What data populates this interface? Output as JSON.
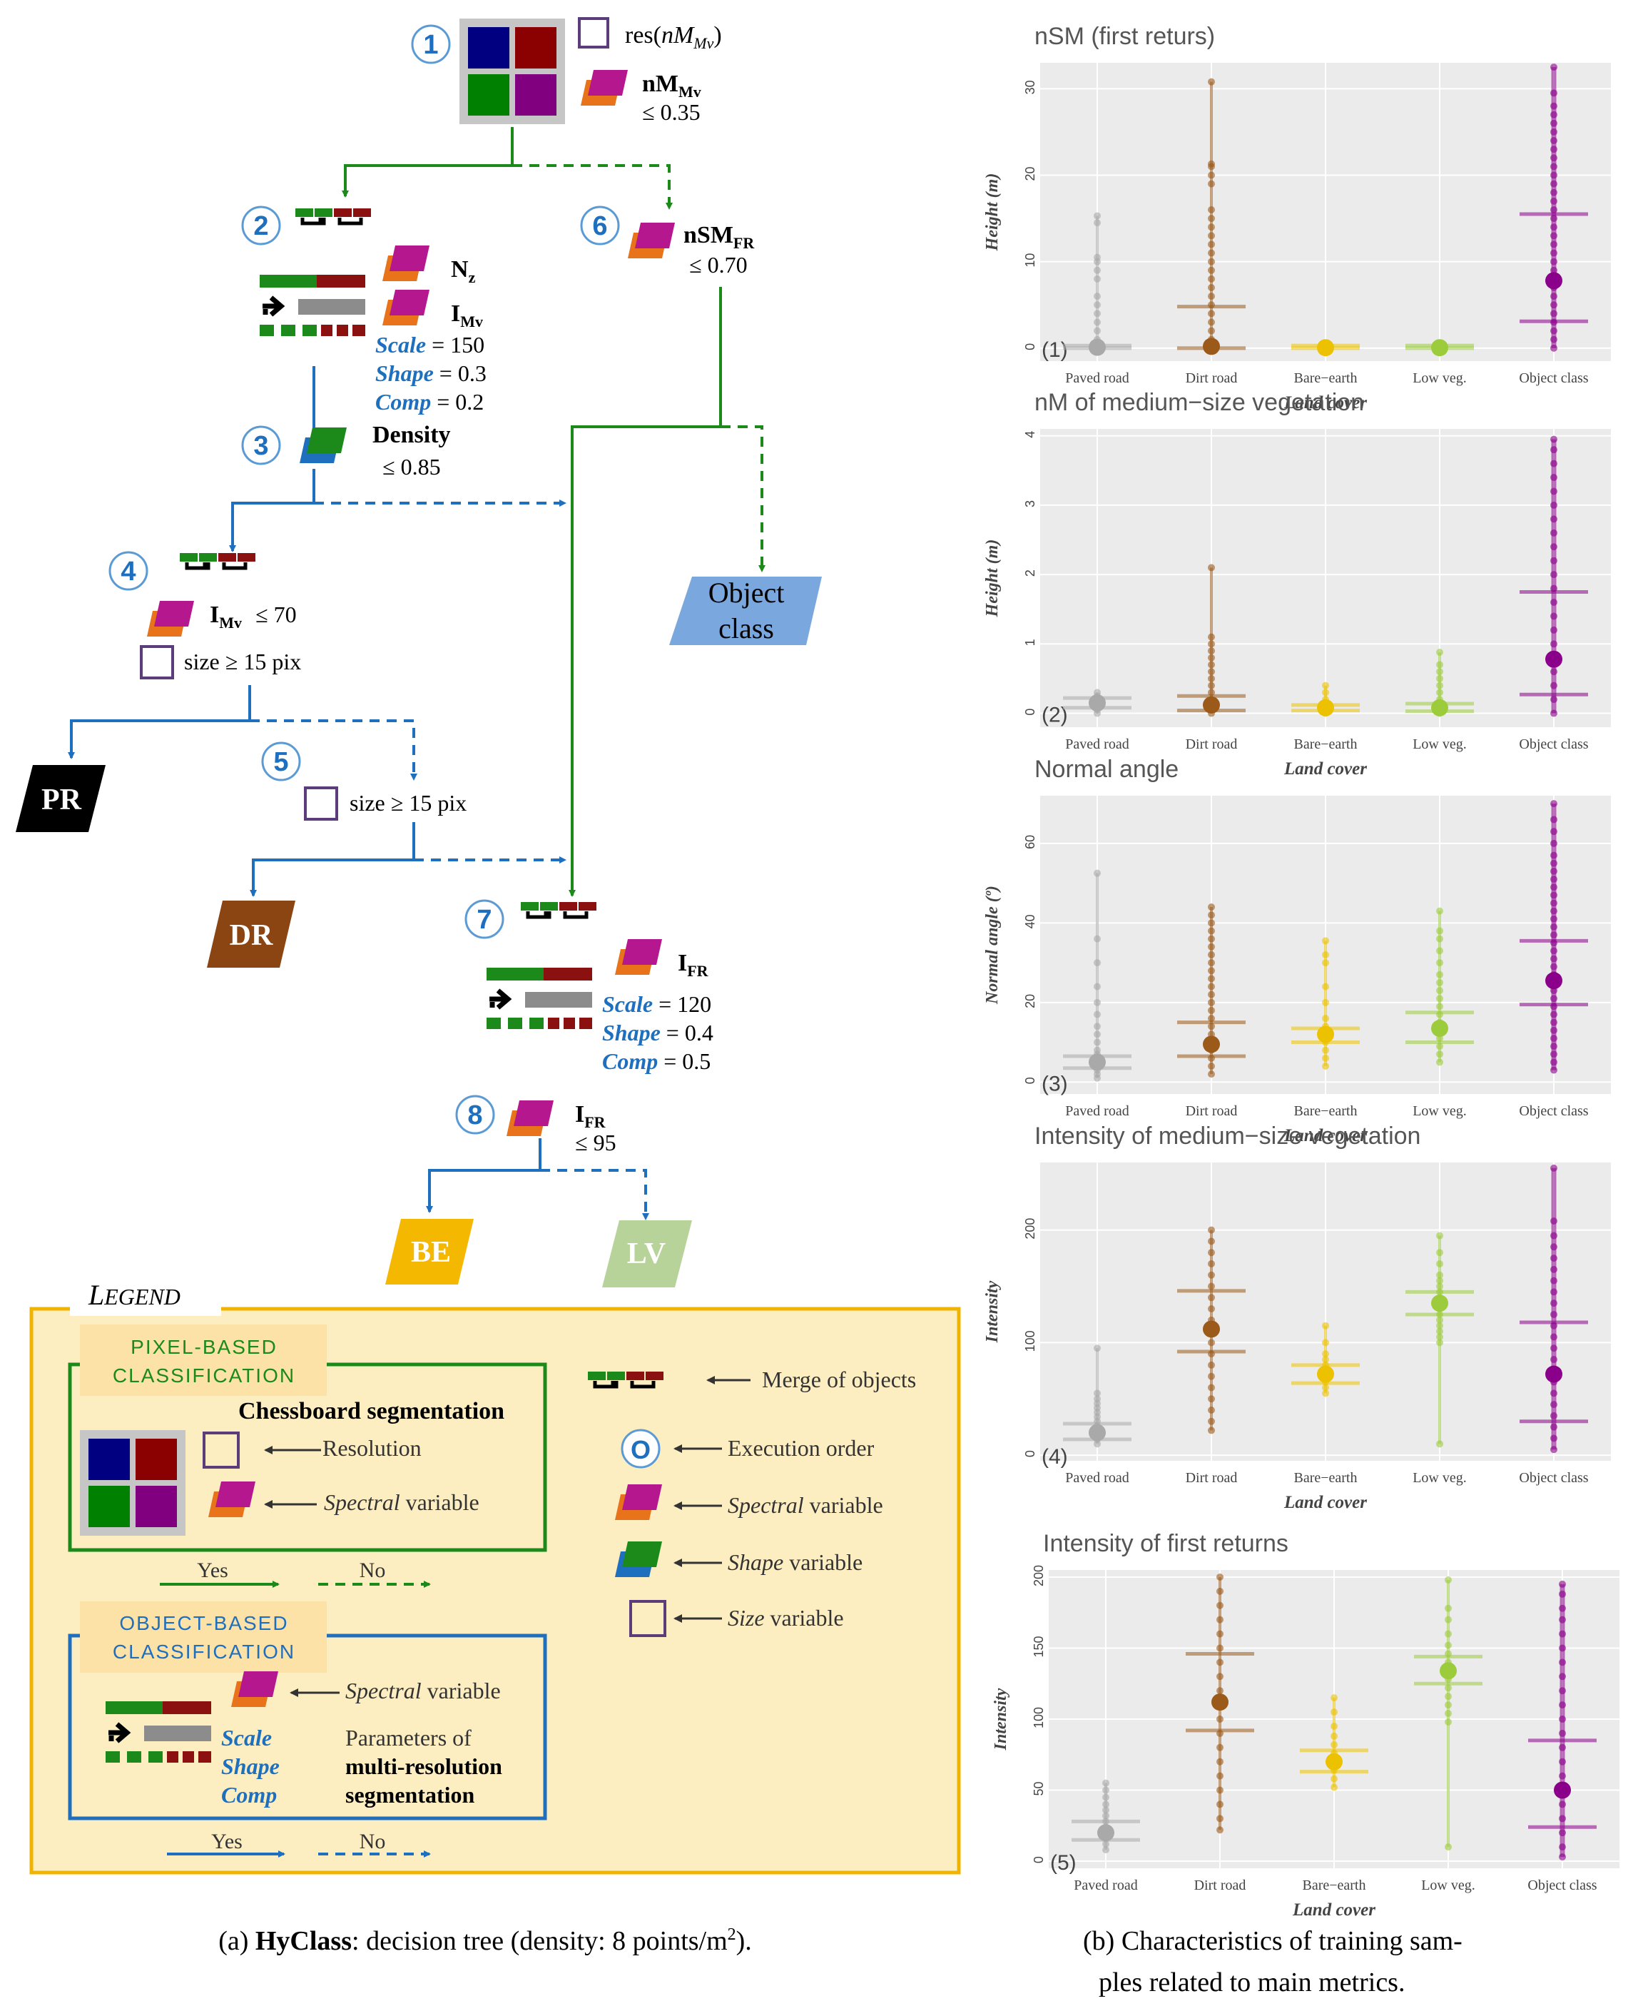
{
  "colors": {
    "pixel_green": "#1b8a1b",
    "object_blue": "#1f6fbf",
    "pr_black": "#000000",
    "dr_brown": "#8b4513",
    "be_yellow": "#f5b800",
    "lv_green": "#b8d39a",
    "object_class_blue": "#7aa7dd",
    "legend_bg": "#fdeec2",
    "legend_border": "#f0b400",
    "paved": "#a9a9a9",
    "dirt": "#9b5a1a",
    "bare": "#ecc200",
    "lowveg": "#9ccc3c",
    "objcls": "#8b008b",
    "panel_bg": "#ebebeb"
  },
  "tree": {
    "step_numbers": [
      "1",
      "2",
      "3",
      "4",
      "5",
      "6",
      "7",
      "8"
    ],
    "n1": {
      "res_label": "res(",
      "res_var": "nM",
      "res_sub": "Mv",
      "res_close": ")",
      "var": "nM",
      "var_sub": "Mv",
      "thr": "≤ 0.35"
    },
    "n2": {
      "v1": "N",
      "v1_sub": "z",
      "v2": "I",
      "v2_sub": "Mv",
      "scale": "Scale",
      "scale_val": " = 150",
      "shape": "Shape",
      "shape_val": " = 0.3",
      "comp": "Comp",
      "comp_val": " = 0.2"
    },
    "n3": {
      "var": "Density",
      "thr": "≤ 0.85"
    },
    "n4": {
      "var": "I",
      "var_sub": "Mv",
      "thr": "≤ 70",
      "size": "size ≥ 15 pix"
    },
    "n5": {
      "size": "size ≥ 15 pix"
    },
    "n6": {
      "var": "nSM",
      "var_sub": "FR",
      "thr": "≤ 0.70"
    },
    "n7": {
      "var": "I",
      "var_sub": "FR",
      "scale": "Scale",
      "scale_val": " = 120",
      "shape": "Shape",
      "shape_val": " = 0.4",
      "comp": "Comp",
      "comp_val": " = 0.5"
    },
    "n8": {
      "var": "I",
      "var_sub": "FR",
      "thr": "≤ 95"
    },
    "classes": {
      "pr": "PR",
      "dr": "DR",
      "be": "BE",
      "lv": "LV",
      "obj1": "Object",
      "obj2": "class"
    }
  },
  "legend": {
    "title_L": "L",
    "title_rest": "EGEND",
    "pixel_title1": "Pixel-based",
    "pixel_title2": "classification",
    "chessboard": "Chessboard  segmentation",
    "resolution": "Resolution",
    "spectral1_em": "Spectral",
    "spectral1_rest": " variable",
    "yes1": "Yes",
    "no1": "No",
    "object_title1": "Object-based",
    "object_title2": "classification",
    "spectral2_em": "Spectral",
    "spectral2_rest": " variable",
    "scale": "Scale",
    "shape": "Shape",
    "comp": "Comp",
    "params1": "Parameters of",
    "params2": "multi-resolution",
    "params3": "segmentation",
    "yes2": "Yes",
    "no2": "No",
    "merge": "Merge of objects",
    "order_symbol": "O",
    "order": "Execution order",
    "spectral3_em": "Spectral",
    "spectral3_rest": " variable",
    "shape_em": "Shape",
    "shape_rest": " variable",
    "size_em": "Size",
    "size_rest": " variable"
  },
  "captions": {
    "a_label": "(a)",
    "a_bold": "HyClass",
    "a_rest": ": decision tree (density: 8 points/m",
    "a_sup": "2",
    "a_end": ").",
    "b_label": "(b)",
    "b_line1": " Characteristics of training sam-",
    "b_line2": "ples related to main metrics."
  },
  "chart_data": [
    {
      "type": "scatter",
      "title": "nSM (first returs)",
      "ylabel": "Height (m)",
      "xlabel": "Land cover",
      "panel_tag": "(1)",
      "categories": [
        "Paved road",
        "Dirt road",
        "Bare−earth",
        "Low veg.",
        "Object class"
      ],
      "ylim": [
        -1.5,
        33
      ],
      "yticks": [
        0,
        10,
        20,
        30
      ],
      "means": [
        0.1,
        0.2,
        0.05,
        0.05,
        7.8
      ],
      "upper": [
        0.3,
        4.8,
        0.3,
        0.3,
        15.5
      ],
      "lower": [
        0.0,
        0.0,
        0.0,
        0.0,
        3.1
      ],
      "points": [
        [
          0,
          1,
          2,
          3,
          4,
          5,
          6,
          8,
          9,
          10,
          10.5,
          14.5,
          15.3
        ],
        [
          0,
          1,
          2,
          3,
          4,
          5,
          6,
          7,
          8,
          9,
          10,
          11,
          12,
          13,
          14,
          15,
          16,
          19,
          20,
          21,
          21.3,
          30.8
        ],
        [
          0,
          0.2,
          0.4
        ],
        [
          0,
          0.2,
          0.4
        ],
        [
          0,
          1,
          2,
          3,
          4,
          5,
          6,
          7,
          8,
          9,
          10,
          11,
          12,
          13,
          14,
          15,
          16,
          17,
          18,
          19,
          20,
          21,
          22,
          23,
          24,
          25,
          26,
          27,
          28,
          29.5,
          32.5
        ]
      ]
    },
    {
      "type": "scatter",
      "title": "nM of medium−size vegetation",
      "ylabel": "Height (m)",
      "xlabel": "Land cover",
      "panel_tag": "(2)",
      "categories": [
        "Paved road",
        "Dirt road",
        "Bare−earth",
        "Low veg.",
        "Object class"
      ],
      "ylim": [
        -0.2,
        4.1
      ],
      "yticks": [
        0,
        1,
        2,
        3,
        4
      ],
      "means": [
        0.15,
        0.12,
        0.08,
        0.08,
        0.78
      ],
      "upper": [
        0.22,
        0.25,
        0.12,
        0.14,
        1.75
      ],
      "lower": [
        0.08,
        0.04,
        0.04,
        0.03,
        0.27
      ],
      "points": [
        [
          0,
          0.05,
          0.1,
          0.15,
          0.2,
          0.25,
          0.3
        ],
        [
          0,
          0.1,
          0.2,
          0.3,
          0.4,
          0.5,
          0.6,
          0.7,
          0.8,
          0.9,
          1.0,
          1.1,
          2.1
        ],
        [
          0,
          0.05,
          0.1,
          0.15,
          0.2,
          0.3,
          0.4
        ],
        [
          0,
          0.1,
          0.2,
          0.3,
          0.4,
          0.5,
          0.6,
          0.7,
          0.88
        ],
        [
          0,
          0.2,
          0.4,
          0.6,
          0.8,
          1.0,
          1.2,
          1.4,
          1.6,
          1.8,
          2.0,
          2.2,
          2.4,
          2.6,
          2.8,
          3.0,
          3.2,
          3.4,
          3.6,
          3.8,
          3.95
        ]
      ]
    },
    {
      "type": "scatter",
      "title": "Normal angle",
      "ylabel": "Normal angle (º)",
      "xlabel": "Land cover",
      "panel_tag": "(3)",
      "categories": [
        "Paved road",
        "Dirt road",
        "Bare−earth",
        "Low veg.",
        "Object class"
      ],
      "ylim": [
        -3,
        72
      ],
      "yticks": [
        0,
        20,
        40,
        60
      ],
      "means": [
        5,
        9.5,
        12,
        13.5,
        25.5
      ],
      "upper": [
        6.5,
        15,
        13.5,
        17.5,
        35.5
      ],
      "lower": [
        3.5,
        6.5,
        10,
        10,
        19.5
      ],
      "points": [
        [
          1,
          2,
          3,
          4,
          5,
          6,
          7,
          8,
          10,
          12,
          14,
          17,
          20,
          24,
          30,
          36,
          52.5
        ],
        [
          2,
          4,
          6,
          8,
          10,
          12,
          14,
          16,
          18,
          20,
          22,
          24,
          26,
          28,
          30,
          32,
          34,
          36,
          38,
          40,
          42,
          44
        ],
        [
          4,
          6,
          8,
          10,
          12,
          14,
          16,
          20,
          24,
          30,
          32,
          35.5
        ],
        [
          5,
          7,
          9,
          11,
          13,
          15,
          17,
          19,
          21,
          23,
          25,
          27,
          30,
          33,
          36,
          38,
          43
        ],
        [
          3,
          5,
          7,
          9,
          11,
          13,
          15,
          17,
          19,
          21,
          23,
          25,
          27,
          29,
          31,
          33,
          35,
          37,
          39,
          41,
          43,
          45,
          47,
          49,
          51,
          53,
          55,
          57,
          60,
          63,
          66,
          70
        ]
      ]
    },
    {
      "type": "scatter",
      "title": "Intensity of medium−size vegetation",
      "ylabel": "Intensity",
      "xlabel": "Land cover",
      "panel_tag": "(4)",
      "categories": [
        "Paved road",
        "Dirt road",
        "Bare−earth",
        "Low veg.",
        "Object class"
      ],
      "ylim": [
        -5,
        260
      ],
      "yticks": [
        0,
        100,
        200
      ],
      "means": [
        20,
        112,
        72,
        135,
        72
      ],
      "upper": [
        28,
        146,
        80,
        145,
        118
      ],
      "lower": [
        14,
        92,
        64,
        125,
        30
      ],
      "points": [
        [
          10,
          14,
          18,
          22,
          26,
          30,
          34,
          38,
          42,
          46,
          50,
          55,
          95
        ],
        [
          22,
          30,
          40,
          50,
          60,
          70,
          80,
          90,
          100,
          110,
          120,
          130,
          140,
          150,
          160,
          170,
          180,
          190,
          200
        ],
        [
          55,
          60,
          65,
          70,
          75,
          80,
          85,
          90,
          100,
          115
        ],
        [
          10,
          100,
          105,
          110,
          115,
          120,
          125,
          130,
          135,
          140,
          145,
          150,
          155,
          160,
          170,
          180,
          195
        ],
        [
          5,
          15,
          25,
          35,
          45,
          55,
          65,
          75,
          85,
          95,
          105,
          115,
          125,
          135,
          145,
          155,
          165,
          175,
          185,
          195,
          208,
          255
        ]
      ]
    },
    {
      "type": "scatter",
      "title": "Intensity of first returns",
      "ylabel": "Intensity",
      "xlabel": "Land cover",
      "panel_tag": "(5)",
      "categories": [
        "Paved road",
        "Dirt road",
        "Bare−earth",
        "Low veg.",
        "Object class"
      ],
      "ylim": [
        -5,
        205
      ],
      "yticks": [
        0,
        50,
        100,
        150,
        200
      ],
      "means": [
        20,
        112,
        70,
        134,
        50
      ],
      "upper": [
        28,
        146,
        78,
        144,
        85
      ],
      "lower": [
        15,
        92,
        63,
        125,
        24
      ],
      "points": [
        [
          8,
          12,
          16,
          20,
          24,
          28,
          32,
          36,
          40,
          45,
          50,
          55
        ],
        [
          22,
          30,
          40,
          50,
          60,
          70,
          80,
          90,
          100,
          110,
          120,
          130,
          140,
          150,
          160,
          170,
          180,
          190,
          200
        ],
        [
          52,
          58,
          64,
          70,
          76,
          82,
          88,
          95,
          105,
          115
        ],
        [
          10,
          98,
          104,
          110,
          116,
          122,
          128,
          134,
          140,
          146,
          152,
          160,
          170,
          178,
          198
        ],
        [
          3,
          10,
          20,
          30,
          40,
          50,
          60,
          70,
          80,
          90,
          100,
          110,
          120,
          130,
          140,
          150,
          160,
          170,
          178,
          188,
          195
        ]
      ]
    }
  ]
}
